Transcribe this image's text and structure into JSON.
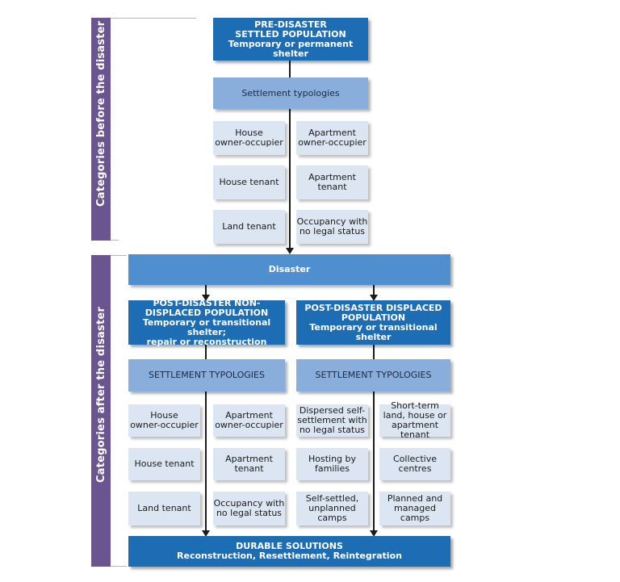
{
  "side_labels": {
    "before": "Categories before the disaster",
    "after": "Categories after the disaster"
  },
  "pre_disaster": {
    "title": "PRE-DISASTER\nSETTLED POPULATION\nTemporary or permanent shelter",
    "typologies": "Settlement typologies",
    "left": [
      "House\nowner-occupier",
      "House tenant",
      "Land tenant"
    ],
    "right": [
      "Apartment\nowner-occupier",
      "Apartment\ntenant",
      "Occupancy with\nno legal status"
    ]
  },
  "disaster": "Disaster",
  "non_displaced": {
    "title": "POST-DISASTER NON-\nDISPLACED POPULATION\nTemporary or transitional shelter;\nrepair or reconstruction",
    "typologies": "SETTLEMENT TYPOLOGIES",
    "left": [
      "House\nowner-occupier",
      "House tenant",
      "Land tenant"
    ],
    "right": [
      "Apartment\nowner-occupier",
      "Apartment\ntenant",
      "Occupancy with\nno legal status"
    ]
  },
  "displaced": {
    "title": "POST-DISASTER DISPLACED\nPOPULATION\nTemporary or transitional shelter",
    "typologies": "SETTLEMENT TYPOLOGIES",
    "left": [
      "Dispersed self-\nsettlement with\nno legal status",
      "Hosting by\nfamilies",
      "Self-settled,\nunplanned\ncamps"
    ],
    "right": [
      "Short-term\nland, house or\napartment tenant",
      "Collective\ncentres",
      "Planned and\nmanaged camps"
    ]
  },
  "durable": "DURABLE SOLUTIONS\nReconstruction, Resettlement, Reintegration",
  "colors": {
    "dark": "#1d6db5",
    "mid": "#8aaedc",
    "light": "#dce6f2",
    "disaster": "#4f8fcf",
    "side_bar": "#6b5591"
  }
}
